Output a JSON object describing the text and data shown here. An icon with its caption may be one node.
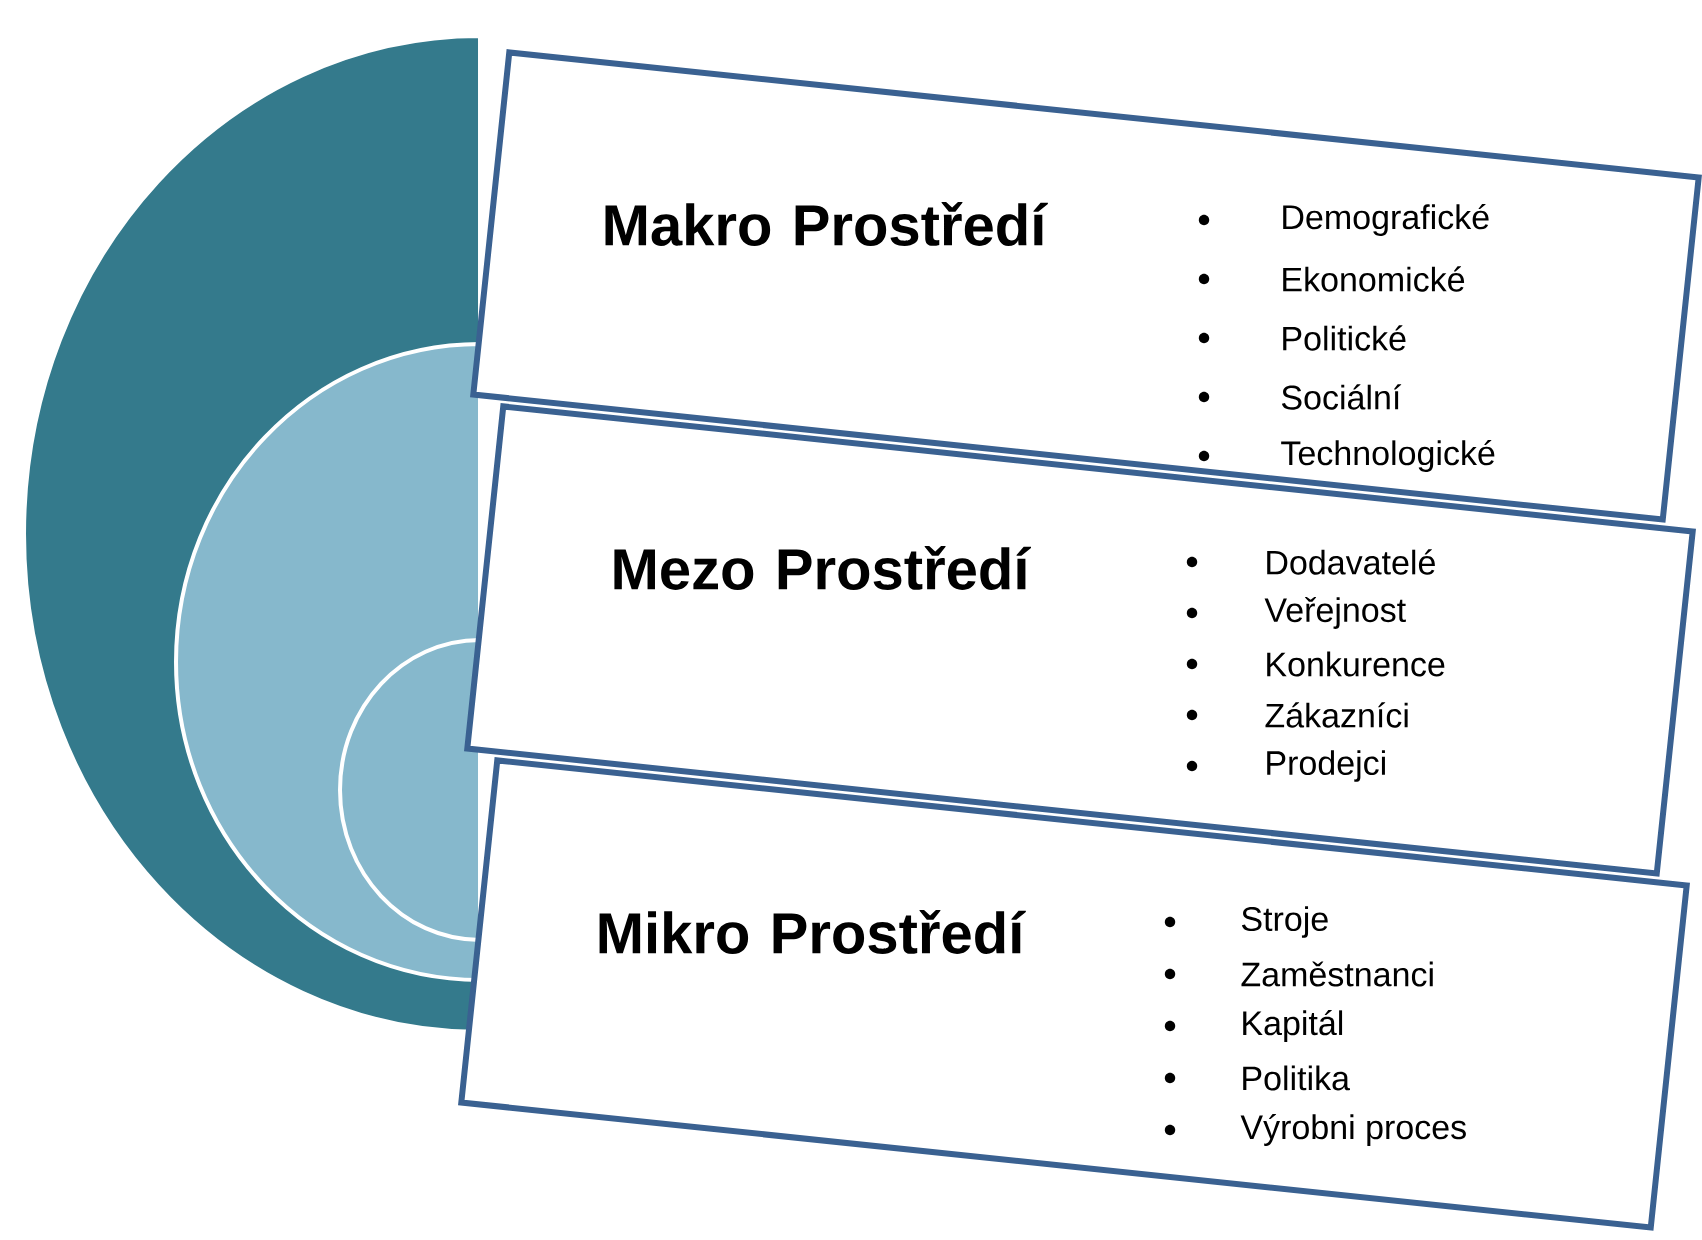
{
  "diagram": {
    "nodes": [
      {
        "text": [
          "Makro Prostředí",
          "Demografické",
          "Ekonomické",
          "Politické",
          "Sociální",
          "Technologické"
        ]
      },
      {
        "text": [
          "Mezo Prostředí",
          "Dodavatelé",
          "Veřejnost",
          "Konkurence",
          "Zákazníci",
          "Prodejci"
        ]
      },
      {
        "text": [
          "Mikro Prostředí",
          "Stroje",
          "Zaměstnanci",
          "Kapitál",
          "Politika",
          "Výrobni proces"
        ]
      }
    ]
  }
}
